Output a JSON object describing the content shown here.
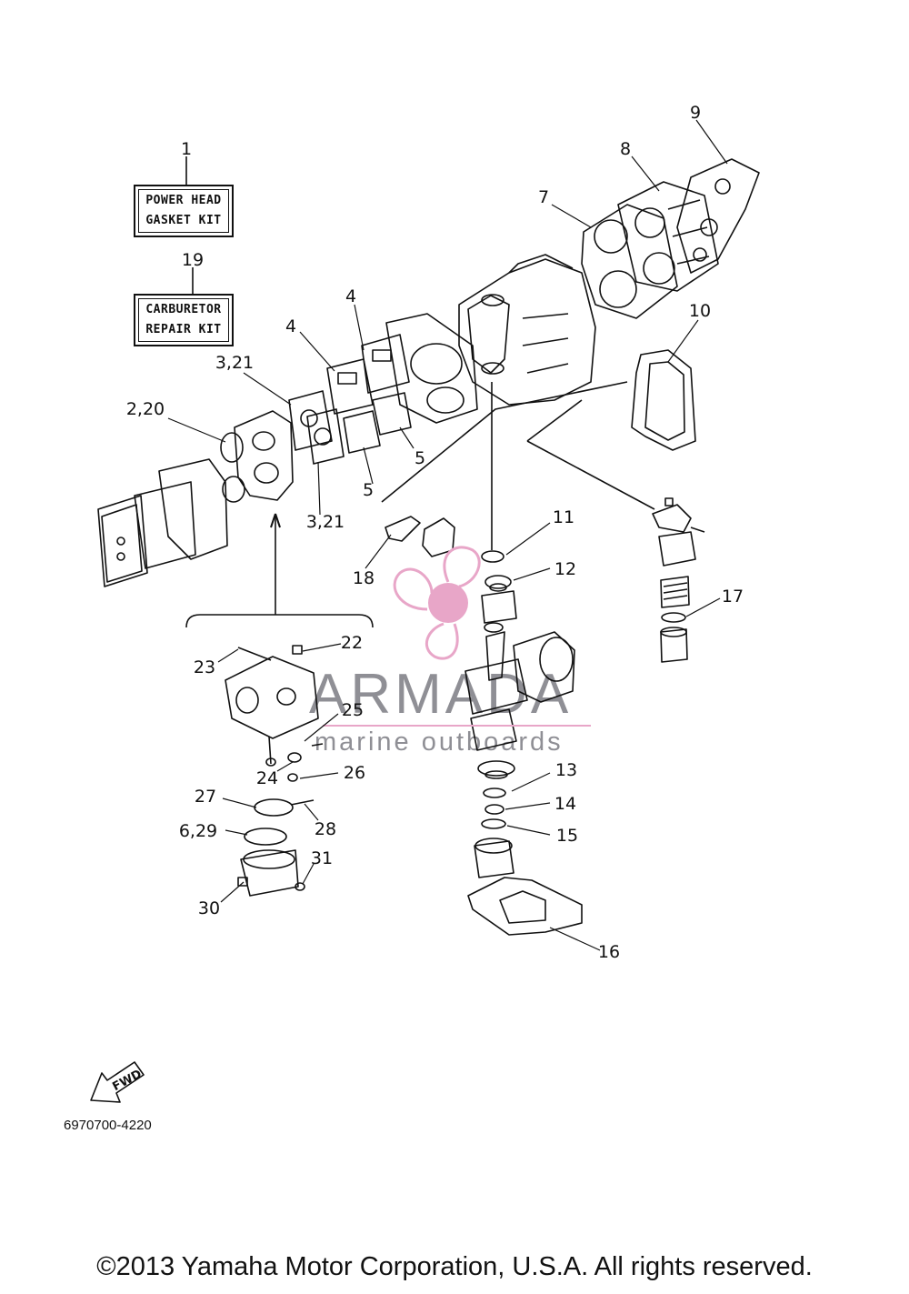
{
  "boxes": {
    "power_head_line1": "POWER HEAD",
    "power_head_line2": "GASKET KIT",
    "carburetor_line1": "CARBURETOR",
    "carburetor_line2": "REPAIR KIT"
  },
  "callouts": [
    "1",
    "19",
    "9",
    "8",
    "7",
    "4",
    "4",
    "3,21",
    "2,20",
    "10",
    "5",
    "5",
    "3,21",
    "11",
    "12",
    "17",
    "18",
    "22",
    "23",
    "25",
    "24",
    "26",
    "27",
    "28",
    "6,29",
    "31",
    "30",
    "13",
    "14",
    "15",
    "16"
  ],
  "watermark": {
    "brand": "ARMADA",
    "tagline": "marine outboards",
    "accent": "#e8a6c8"
  },
  "fwd_label": "FWD",
  "part_code": "6970700-4220",
  "copyright": "©2013 Yamaha Motor Corporation, U.S.A. All rights reserved.",
  "colors": {
    "ink": "#111111",
    "watermark_pink": "#e8a6c8",
    "watermark_gray": "#6a6a72"
  }
}
